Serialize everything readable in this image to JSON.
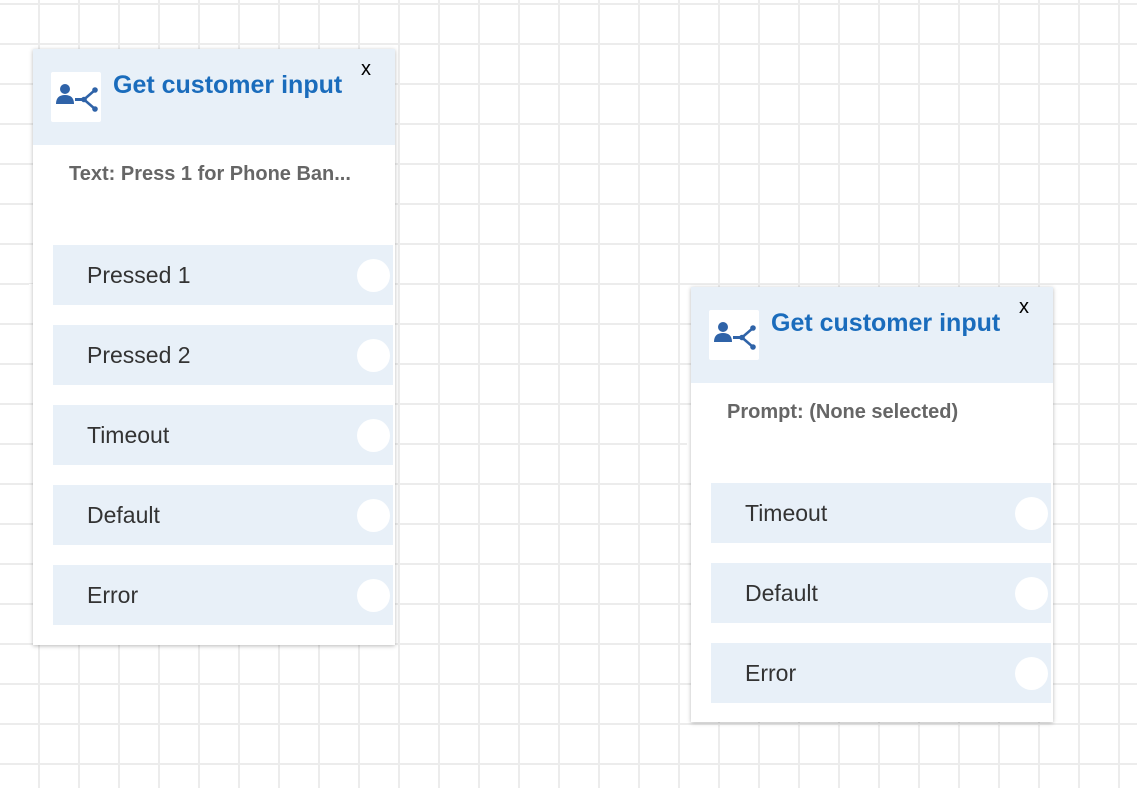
{
  "blocks": [
    {
      "title": "Get customer input",
      "close_label": "x",
      "icon": "customer-input-icon",
      "prompt": "Text: Press 1 for Phone Ban...",
      "branches": [
        "Pressed 1",
        "Pressed 2",
        "Timeout",
        "Default",
        "Error"
      ]
    },
    {
      "title": "Get customer input",
      "close_label": "x",
      "icon": "customer-input-icon",
      "prompt": "Prompt: (None selected)",
      "branches": [
        "Timeout",
        "Default",
        "Error"
      ]
    }
  ],
  "colors": {
    "title": "#1a6cbc",
    "header_bg": "#e8f0f8",
    "icon": "#2f63a8",
    "grid": "#ececec"
  }
}
